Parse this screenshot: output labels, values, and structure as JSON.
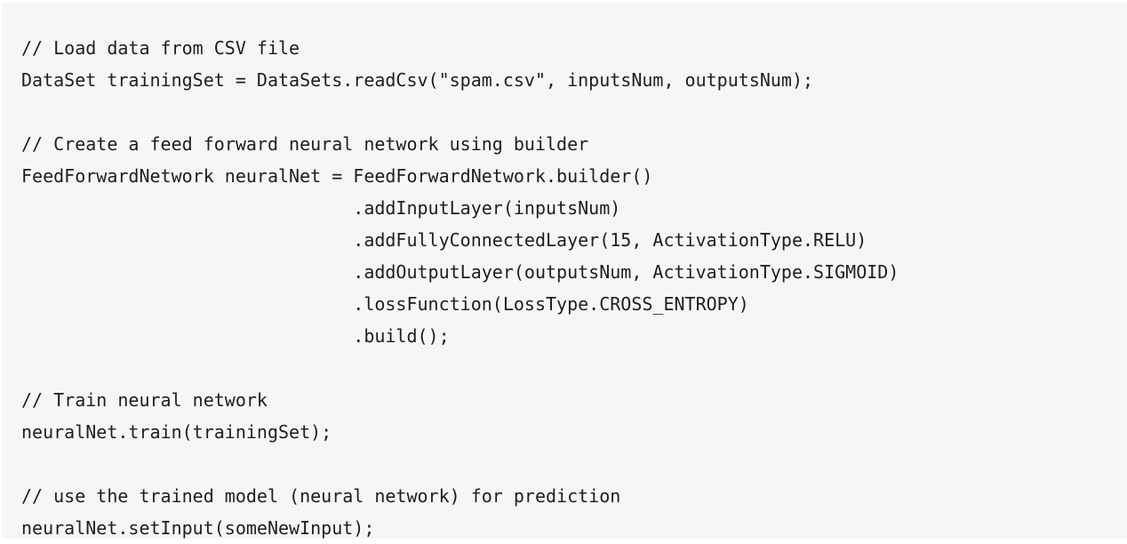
{
  "code": {
    "lines": [
      "// Load data from CSV file",
      "DataSet trainingSet = DataSets.readCsv(\"spam.csv\", inputsNum, outputsNum);",
      "",
      "// Create a feed forward neural network using builder",
      "FeedForwardNetwork neuralNet = FeedForwardNetwork.builder()",
      "                               .addInputLayer(inputsNum)",
      "                               .addFullyConnectedLayer(15, ActivationType.RELU)",
      "                               .addOutputLayer(outputsNum, ActivationType.SIGMOID)",
      "                               .lossFunction(LossType.CROSS_ENTROPY)",
      "                               .build();",
      "",
      "// Train neural network",
      "neuralNet.train(trainingSet);",
      "",
      "// use the trained model (neural network) for prediction",
      "neuralNet.setInput(someNewInput);"
    ]
  }
}
